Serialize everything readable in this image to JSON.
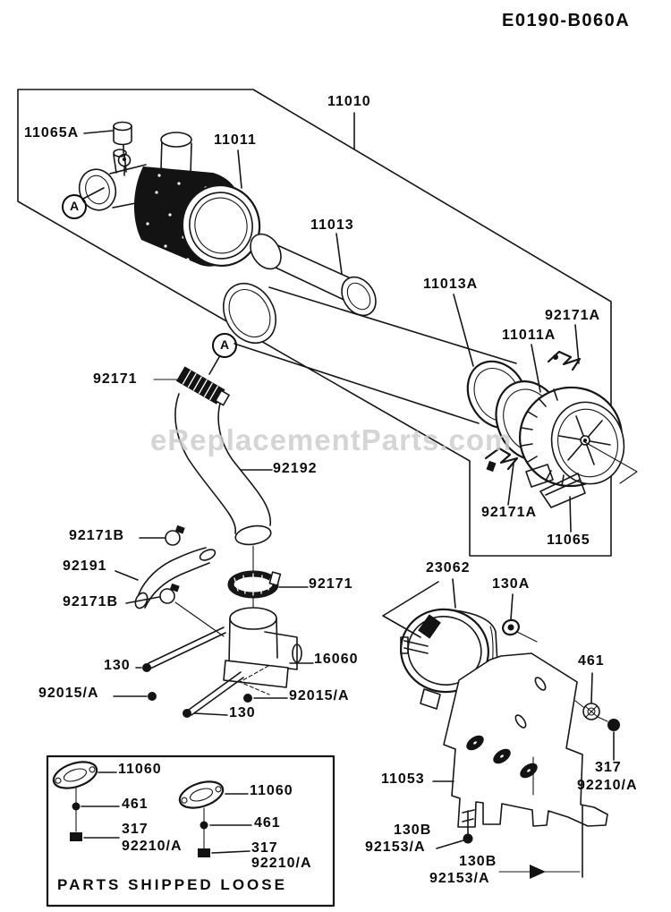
{
  "doc_code": "E0190-B060A",
  "watermark": "eReplacementParts.com",
  "callouts": {
    "c11010": "11010",
    "c11065a": "11065A",
    "c11011": "11011",
    "c11013": "11013",
    "c11013a": "11013A",
    "c92171a_top": "92171A",
    "c11011a": "11011A",
    "ca1": "A",
    "ca2": "A",
    "c92171_left": "92171",
    "c92192": "92192",
    "c92171b_1": "92171B",
    "c92191": "92191",
    "c92171b_2": "92171B",
    "c92171_right": "92171",
    "c16060": "16060",
    "c130_1": "130",
    "c92015a_left": "92015/A",
    "c92015a_right": "92015/A",
    "c130_2": "130",
    "c23062": "23062",
    "c130a": "130A",
    "c461_right": "461",
    "c92171a_bottom": "92171A",
    "c11065": "11065",
    "c11053": "11053",
    "c317_right": "317",
    "c92210a_right": "92210/A",
    "c130b_1": "130B",
    "c92153a_1": "92153/A",
    "c130b_2": "130B",
    "c92153a_2": "92153/A"
  },
  "shipped_loose_box": {
    "title": "PARTS SHIPPED LOOSE",
    "g1": {
      "part": "11060",
      "washer": "461",
      "nut": "317",
      "nut_alt": "92210/A"
    },
    "g2": {
      "part": "11060",
      "washer": "461",
      "nut": "317",
      "nut_alt": "92210/A"
    }
  }
}
